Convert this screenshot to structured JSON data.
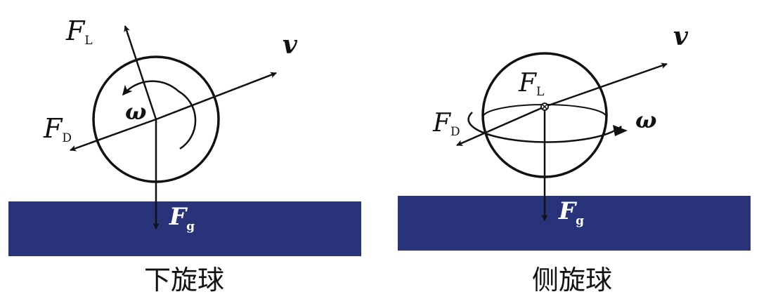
{
  "colors": {
    "ground": "#28337a",
    "ink": "#111111"
  },
  "panels": [
    {
      "caption": "下旋球",
      "labels": {
        "lift_main": "F",
        "lift_sub": "L",
        "drag_main": "F",
        "drag_sub": "D",
        "gravity_main": "F",
        "gravity_sub": "g",
        "velocity": "v",
        "spin": "ω"
      }
    },
    {
      "caption": "侧旋球",
      "labels": {
        "lift_main": "F",
        "lift_sub": "L",
        "drag_main": "F",
        "drag_sub": "D",
        "gravity_main": "F",
        "gravity_sub": "g",
        "velocity": "v",
        "spin": "ω"
      }
    }
  ]
}
